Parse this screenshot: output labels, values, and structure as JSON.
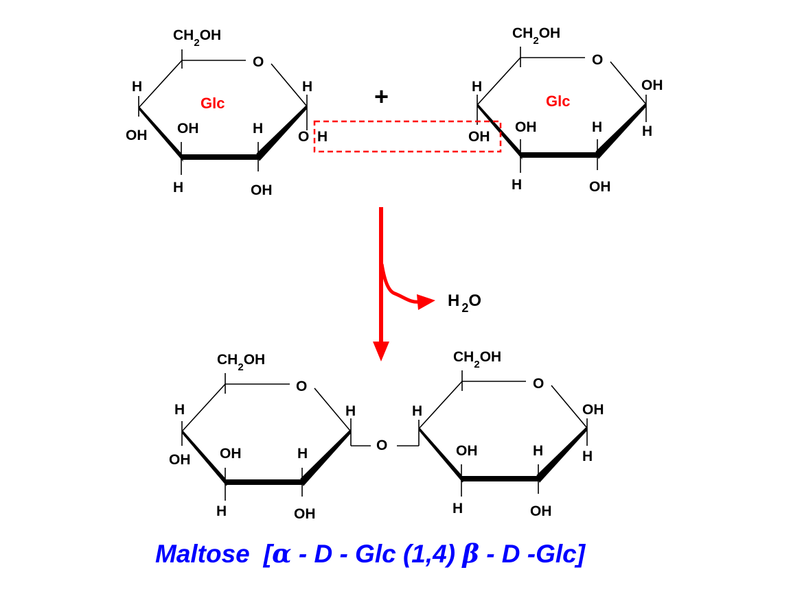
{
  "colors": {
    "accent": "#ff0000",
    "caption": "#0000ff",
    "structure": "#000000",
    "highlight_box": "#ff0000"
  },
  "labels": {
    "ch2oh_prefix": "CH",
    "ch2oh_sub": "2",
    "ch2oh_suffix": "OH",
    "ring_oxygen": "O",
    "hydrogen": "H",
    "hydroxyl": "OH",
    "glc": "Glc",
    "o_split": "O",
    "h_split": "H",
    "glycosidic_o": "O"
  },
  "plus_sign": "+",
  "water": {
    "h": "H",
    "sub": "2",
    "o": "O"
  },
  "caption": {
    "name": "Maltose",
    "open": "[",
    "alpha": "α",
    "part1": " - D - Glc (1,4) ",
    "beta": "β",
    "part2": " - D -Glc]"
  }
}
